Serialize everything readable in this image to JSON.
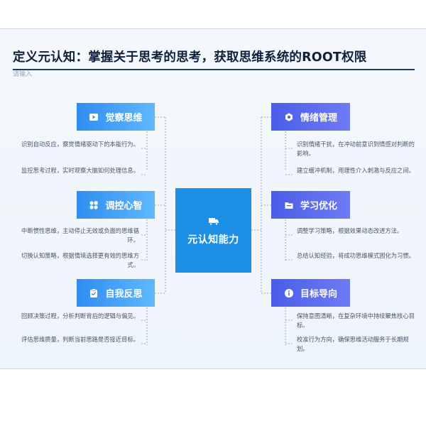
{
  "title": "定义元认知：掌握关于思考的思考，获取思维系统的ROOT权限",
  "search": {
    "placeholder": "请输入"
  },
  "center": {
    "label": "元认知能力",
    "icon": "truck-icon"
  },
  "left_nodes": [
    {
      "id": "awareness",
      "label": "觉察思维",
      "icon": "eye-icon",
      "items": [
        "识别自动反应，察觉情绪驱动下的本能行为。",
        "监控思考过程，实时观察大脑如何处理信息。"
      ]
    },
    {
      "id": "regulate",
      "label": "调控心智",
      "icon": "grid-icon",
      "items": [
        "中断惯性思维，主动停止无效或负面的思维循环。",
        "切换认知策略，根据情境选择更有效的思维方式。"
      ]
    },
    {
      "id": "reflect",
      "label": "自我反思",
      "icon": "clipboard-icon",
      "items": [
        "回顾决策过程，分析判断背后的逻辑与偏见。",
        "评估思维质量，判断当前思路是否接近目标。"
      ]
    }
  ],
  "right_nodes": [
    {
      "id": "emotion",
      "label": "情绪管理",
      "icon": "gear-icon",
      "items": [
        "识别情绪干扰，在冲动前意识到情感对判断的影响。",
        "建立缓冲机制，用理性介入刺激与反应之间。"
      ]
    },
    {
      "id": "learning",
      "label": "学习优化",
      "icon": "folder-icon",
      "items": [
        "调整学习策略，根据效果动态改进方法。",
        "总结认知经验，将成功思维模式固化为习惯。"
      ]
    },
    {
      "id": "goal",
      "label": "目标导向",
      "icon": "info-icon",
      "items": [
        "保持意图清晰，在复杂环境中持续聚焦核心目标。",
        "校准行为方向，确保思维活动服务于长期规划。"
      ]
    }
  ],
  "colors": {
    "center": "#1d8fe6",
    "left_node": "#2f8df0",
    "right_node": "#4a5de8",
    "title": "#0f1f3d"
  }
}
